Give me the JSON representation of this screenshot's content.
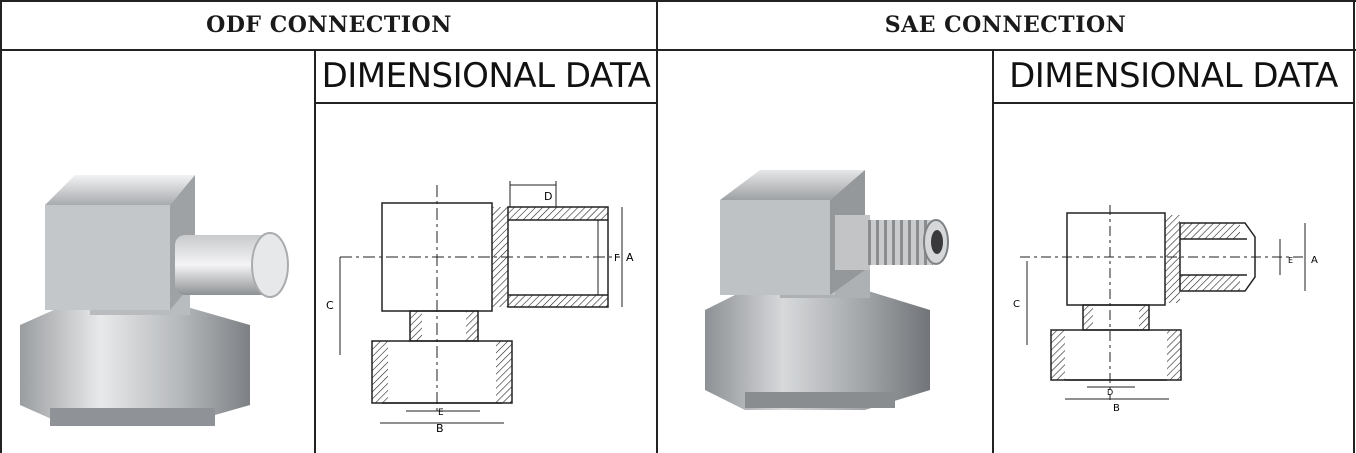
{
  "headers": {
    "left": "ODF CONNECTION",
    "right": "SAE CONNECTION"
  },
  "panels": [
    {
      "section_title": "DIMENSIONAL DATA",
      "photo": "odf-elbow-fitting-photo",
      "drawing_labels": {
        "d": "D",
        "a": "A",
        "f": "F",
        "c": "C",
        "e": "E",
        "b": "B"
      }
    },
    {
      "section_title": "DIMENSIONAL DATA",
      "photo": "sae-flare-elbow-fitting-photo",
      "drawing_labels": {
        "a": "A",
        "e": "E",
        "c": "C",
        "d": "D",
        "b": "B"
      }
    }
  ]
}
